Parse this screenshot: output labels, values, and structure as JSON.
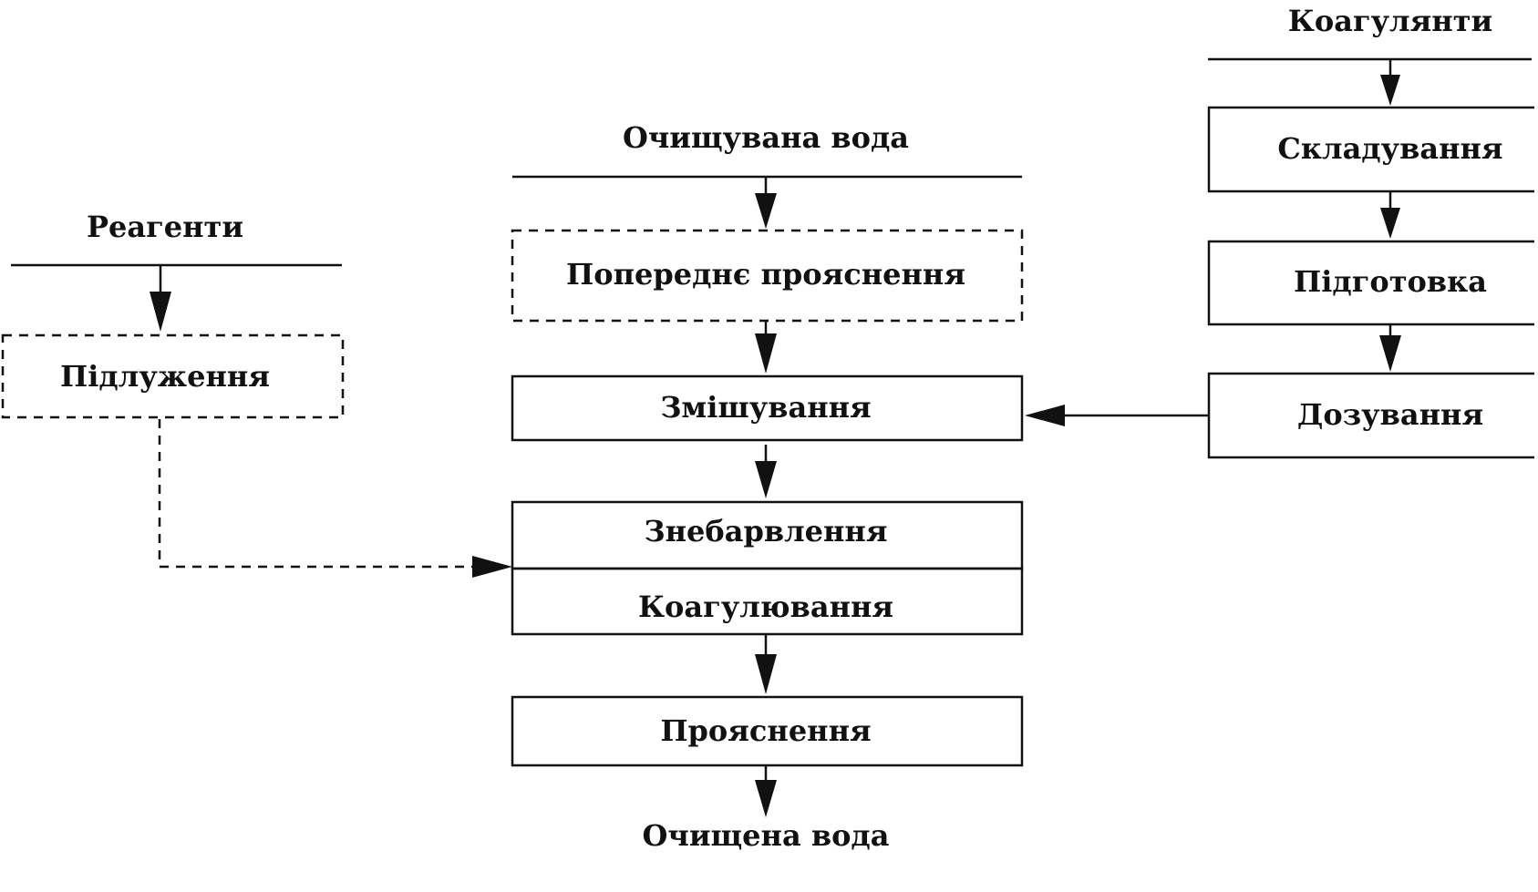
{
  "diagram": {
    "inputs": {
      "water_in": "Очищувана вода",
      "reagents": "Реагенти",
      "coagulants": "Коагулянти"
    },
    "main_chain": {
      "pre_clarification": "Попереднє прояснення",
      "mixing": "Змішування",
      "decolorization": "Знебарвлення",
      "coagulation": "Коагулювання",
      "clarification": "Прояснення"
    },
    "reagent_chain": {
      "alkalization": "Підлуження"
    },
    "coagulant_chain": {
      "storage": "Складування",
      "preparation": "Підготовка",
      "dosing": "Дозування"
    },
    "output": {
      "water_out": "Очищена вода"
    }
  }
}
